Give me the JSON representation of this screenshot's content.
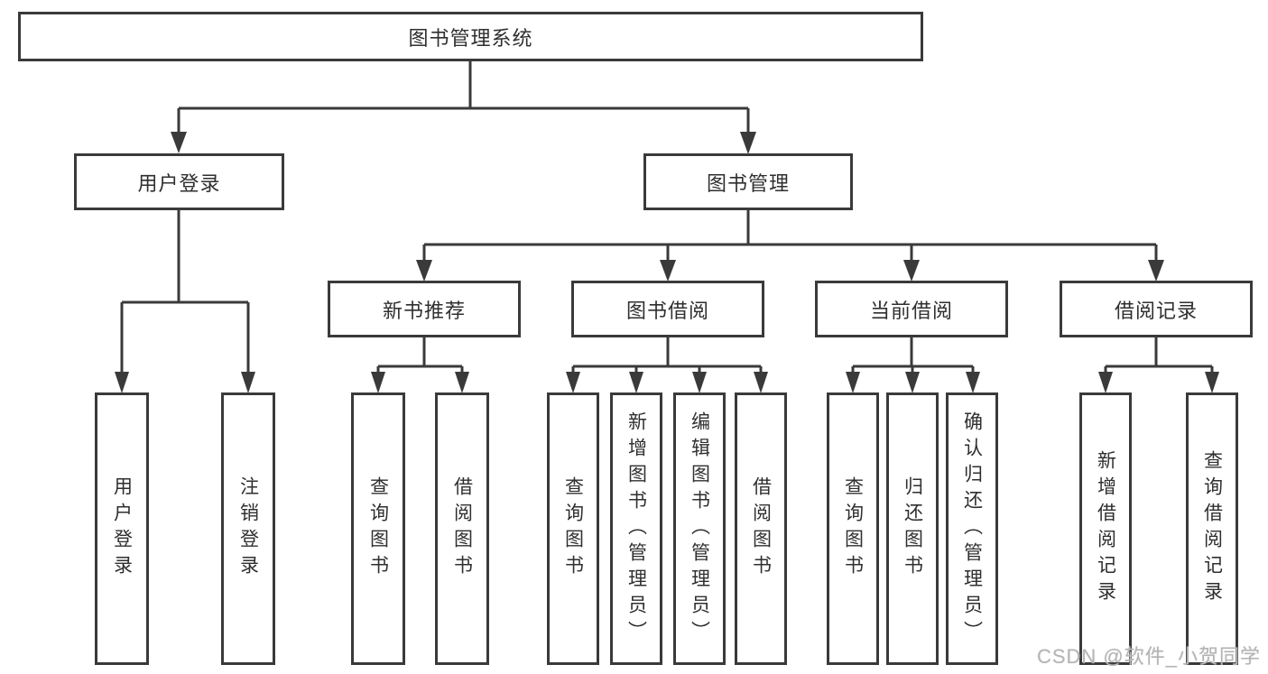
{
  "diagram": {
    "title_node": {
      "label": "图书管理系统"
    },
    "level2": [
      {
        "label": "用户登录"
      },
      {
        "label": "图书管理"
      }
    ],
    "level3": [
      {
        "label": "新书推荐"
      },
      {
        "label": "图书借阅"
      },
      {
        "label": "当前借阅"
      },
      {
        "label": "借阅记录"
      }
    ],
    "leaves": {
      "login_group": [
        "用户登录",
        "注销登录"
      ],
      "newbook_group": [
        "查询图书",
        "借阅图书"
      ],
      "borrow_group": [
        "查询图书",
        "新增图书（管理员）",
        "编辑图书（管理员）",
        "借阅图书"
      ],
      "current_group": [
        "查询图书",
        "归还图书",
        "确认归还（管理员）"
      ],
      "record_group": [
        "新增借阅记录",
        "查询借阅记录"
      ]
    },
    "colors": {
      "line": "#3a3a3a",
      "text": "#2f2f2f",
      "box_background": "#ffffff",
      "watermark": "#b5b5b5"
    }
  },
  "watermark": {
    "text": "CSDN @软件_小贺同学"
  }
}
